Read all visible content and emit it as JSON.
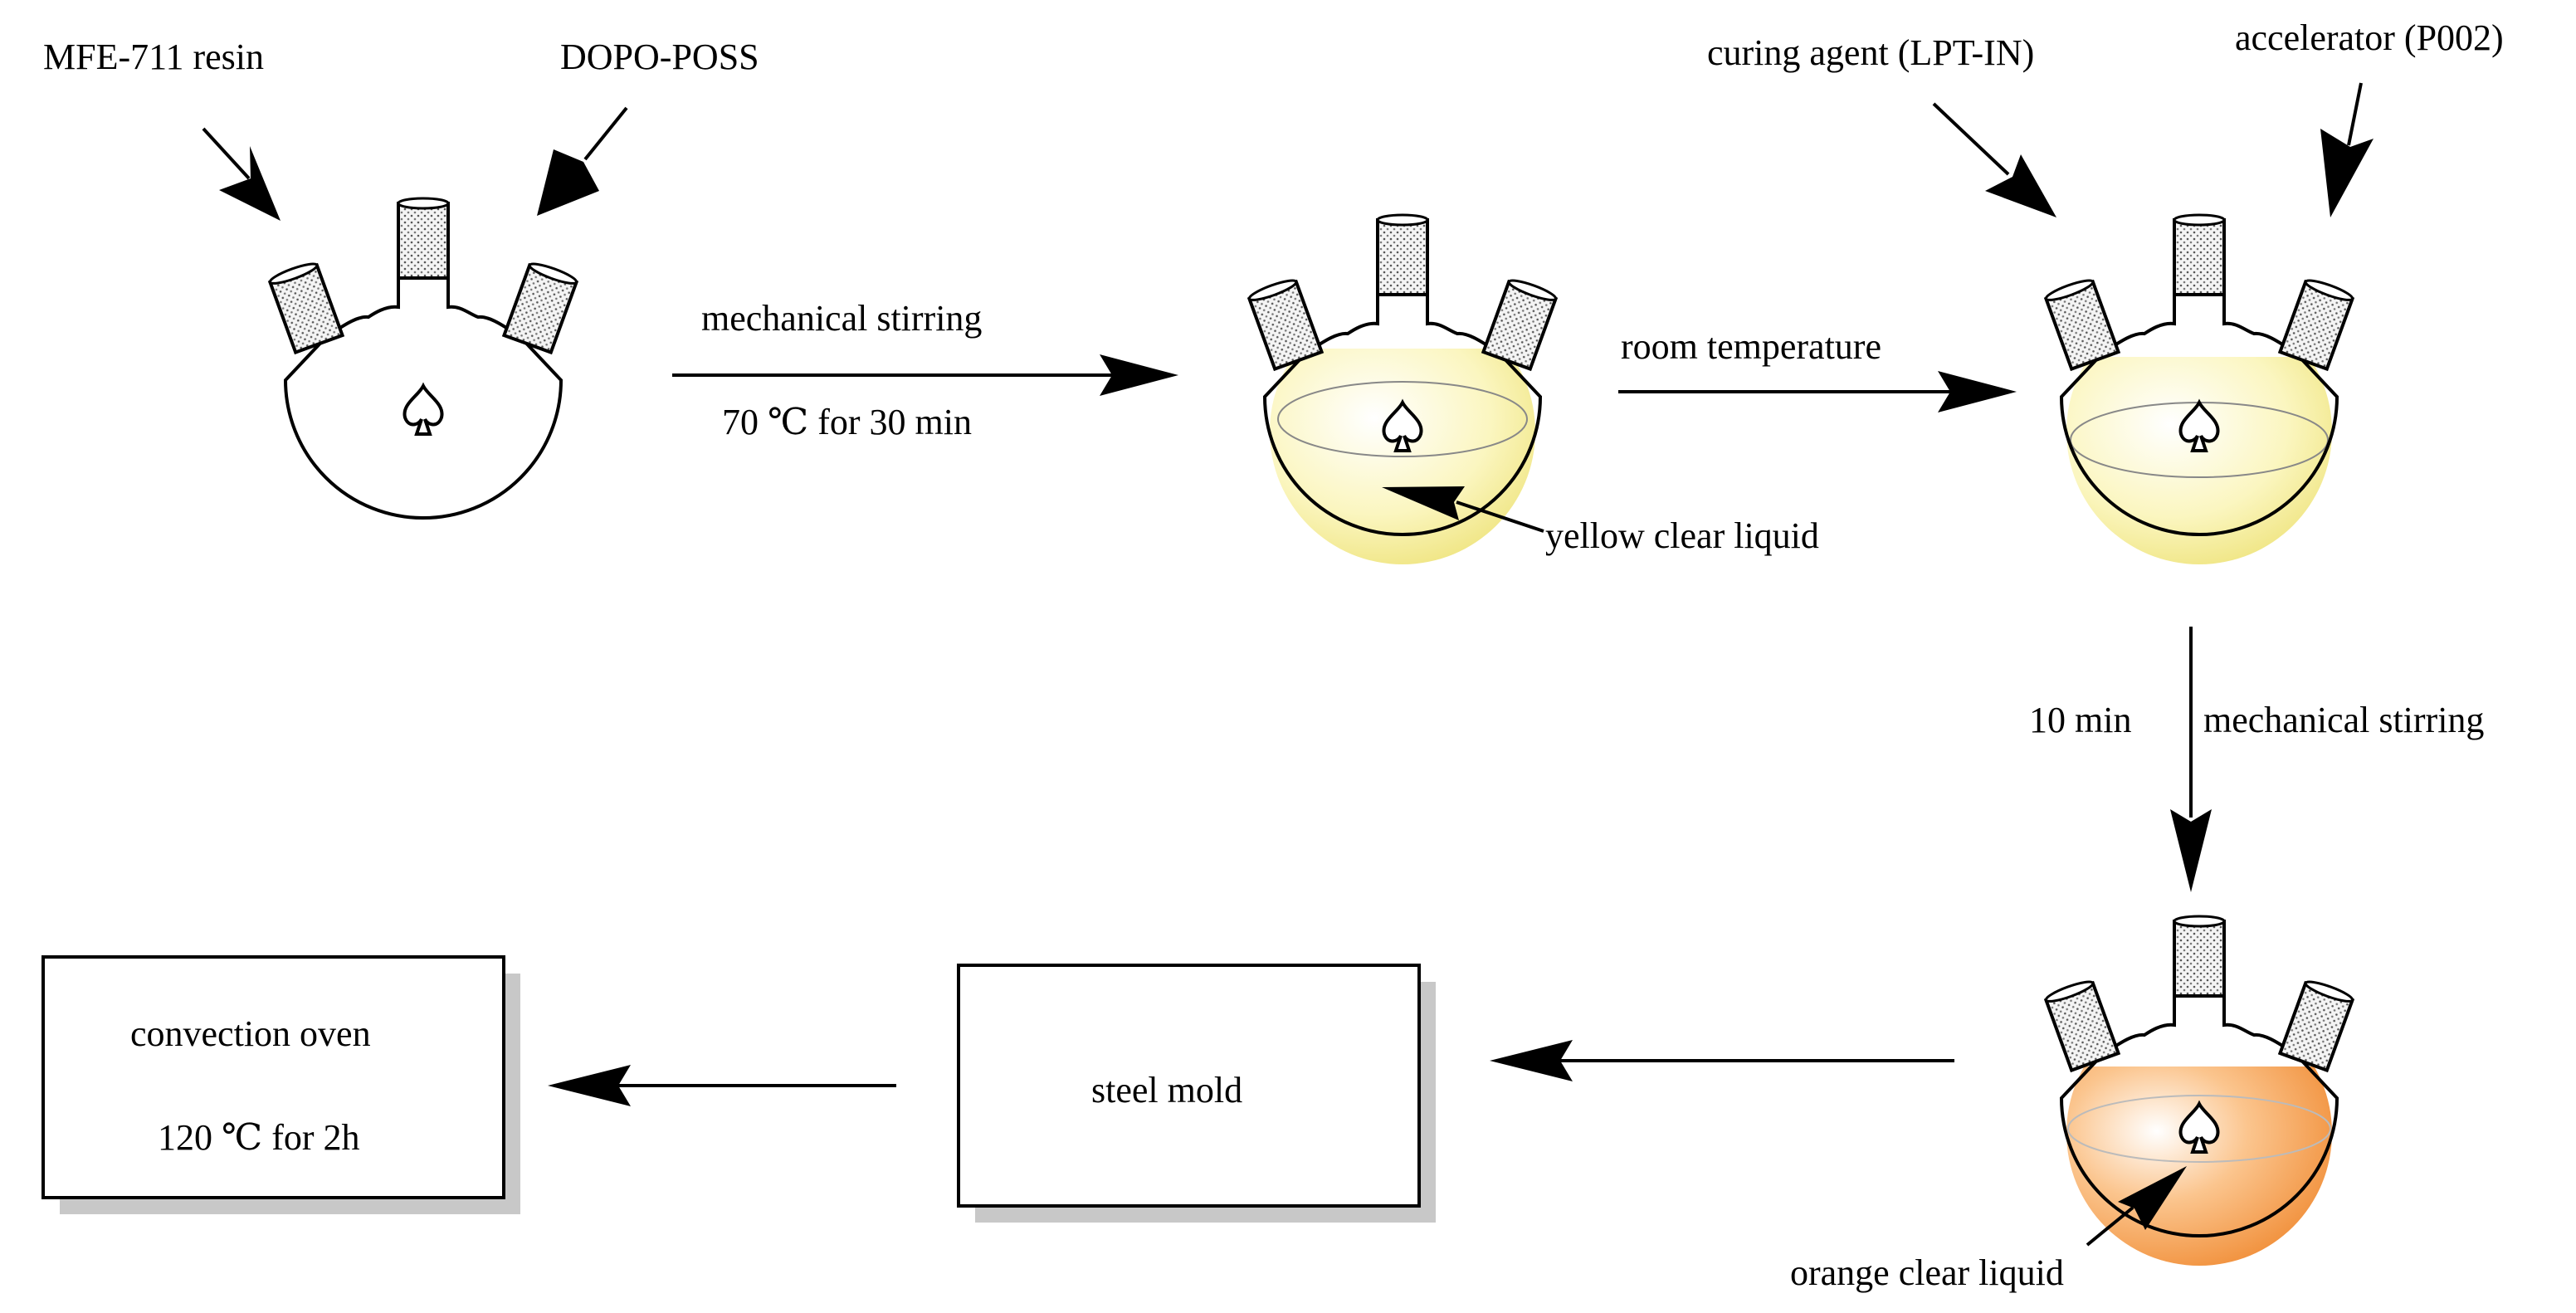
{
  "labels": {
    "mfe_resin": "MFE-711 resin",
    "dopo_poss": "DOPO-POSS",
    "mechanical_stirring_1": "mechanical stirring",
    "temp_time_1": "70 ℃ for 30 min",
    "room_temperature": "room temperature",
    "yellow_liquid": "yellow clear liquid",
    "curing_agent": "curing agent (LPT-IN)",
    "accelerator": "accelerator (P002)",
    "time_10min": "10 min",
    "mechanical_stirring_2": "mechanical stirring",
    "orange_liquid": "orange clear liquid",
    "steel_mold": "steel mold",
    "convection_oven": "convection oven",
    "oven_condition": "120 ℃ for 2h"
  },
  "colors": {
    "yellow_liquid": "#f2ec8a",
    "orange_liquid": "#f08a2a",
    "box_shadow": "#c8c8c8",
    "stopper_fill": "#cfcfcf"
  }
}
